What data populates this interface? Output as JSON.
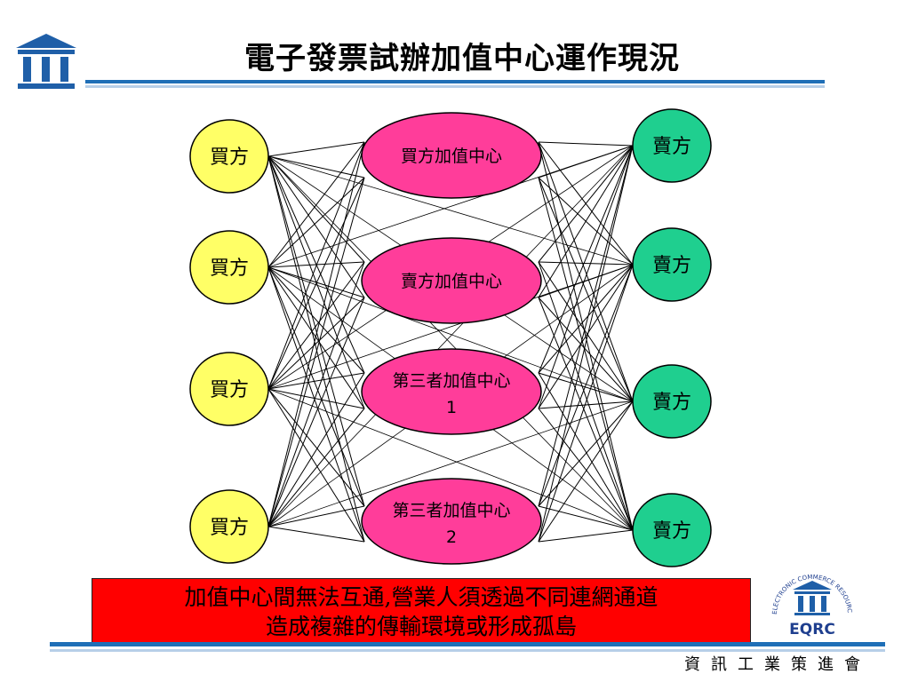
{
  "title": "電子發票試辦加值中心運作現況",
  "diagram": {
    "buyers": [
      "買方",
      "買方",
      "買方",
      "買方"
    ],
    "sellers": [
      "賣方",
      "賣方",
      "賣方",
      "賣方"
    ],
    "hubs": [
      {
        "line1": "買方加值中心",
        "line2": ""
      },
      {
        "line1": "賣方加值中心",
        "line2": ""
      },
      {
        "line1": "第三者加值中心",
        "line2": "1"
      },
      {
        "line1": "第三者加值中心",
        "line2": "2"
      }
    ],
    "colors": {
      "buyer": "#ffff66",
      "seller": "#1fcf8f",
      "hub": "#ff3d9a"
    }
  },
  "note": {
    "line1": "加值中心間無法互通,營業人須透過不同連網通道",
    "line2": "造成複雜的傳輸環境或形成孤島"
  },
  "footer": {
    "org": "資訊工業策進會"
  },
  "logo": {
    "seal_text": "ELECTRONIC COMMERCE RESOURCES CENTER",
    "mark": "EQRC"
  },
  "colors": {
    "rule": "#1f6fb7",
    "note_bg": "#ff0000"
  }
}
